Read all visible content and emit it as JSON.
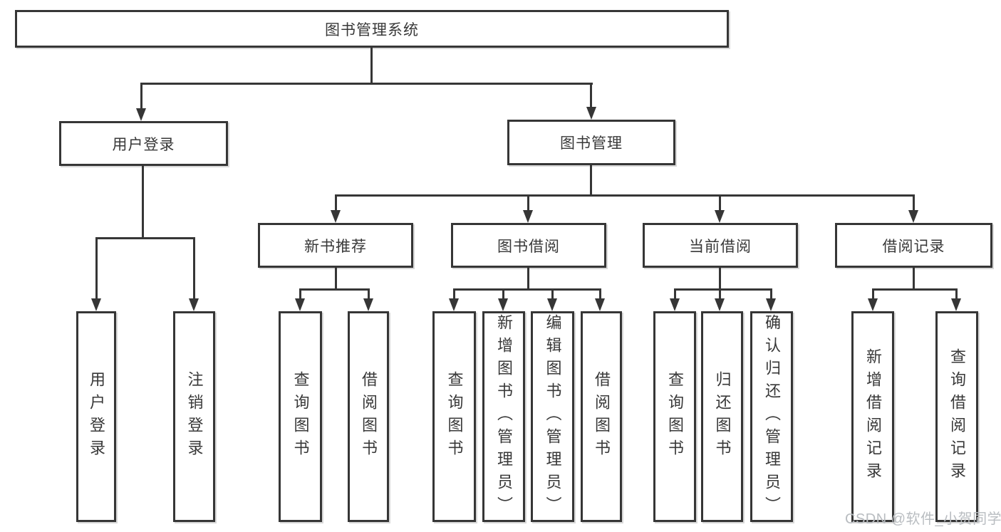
{
  "tree": {
    "root": {
      "label": "图书管理系统",
      "children": [
        {
          "label": "用户登录",
          "children": [
            {
              "label": "用户登录"
            },
            {
              "label": "注销登录"
            }
          ]
        },
        {
          "label": "图书管理",
          "children": [
            {
              "label": "新书推荐",
              "children": [
                {
                  "label": "查询图书"
                },
                {
                  "label": "借阅图书"
                }
              ]
            },
            {
              "label": "图书借阅",
              "children": [
                {
                  "label": "查询图书"
                },
                {
                  "label": "新增图书（管理员）"
                },
                {
                  "label": "编辑图书（管理员）"
                },
                {
                  "label": "借阅图书"
                }
              ]
            },
            {
              "label": "当前借阅",
              "children": [
                {
                  "label": "查询图书"
                },
                {
                  "label": "归还图书"
                },
                {
                  "label": "确认归还（管理员）"
                }
              ]
            },
            {
              "label": "借阅记录",
              "children": [
                {
                  "label": "新增借阅记录"
                },
                {
                  "label": "查询借阅记录"
                }
              ]
            }
          ]
        }
      ]
    }
  },
  "watermark": {
    "text": "CSDN @软件_小贺同学"
  },
  "colors": {
    "line": "#363636",
    "box_border": "#363636",
    "text": "#383838",
    "background": "#ffffff",
    "watermark": "#b9bdc1"
  }
}
